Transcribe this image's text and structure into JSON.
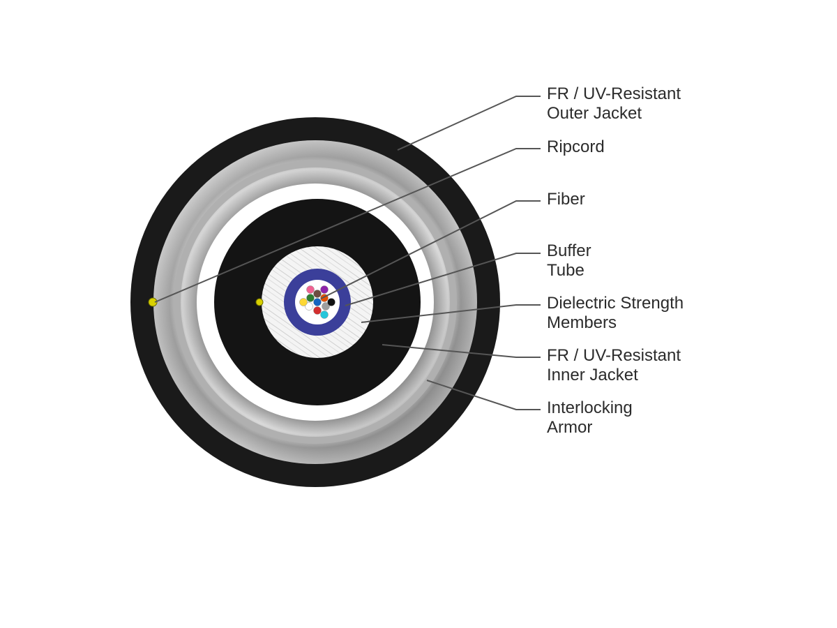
{
  "colors": {
    "jacket": "#1a1a1a",
    "armor_light": "#d8d8d8",
    "armor_dark": "#9a9a9a",
    "buffer_tube": "#3b3f9a",
    "leader": "#555555",
    "text": "#2b2b2b",
    "ripcord": "#d8d000"
  },
  "fiber_colors": [
    "#1565c0",
    "#e65100",
    "#2e7d32",
    "#6d4c41",
    "#9e9e9e",
    "#ffffff",
    "#d32f2f",
    "#111111",
    "#fdd835",
    "#8e24aa",
    "#f06292",
    "#26c6da"
  ],
  "labels": [
    {
      "id": "outer-jacket",
      "lines": [
        "FR / UV-Resistant",
        "Outer Jacket"
      ]
    },
    {
      "id": "ripcord",
      "lines": [
        "Ripcord"
      ]
    },
    {
      "id": "fiber",
      "lines": [
        "Fiber"
      ]
    },
    {
      "id": "buffer-tube",
      "lines": [
        "Buffer",
        "Tube"
      ]
    },
    {
      "id": "strength-members",
      "lines": [
        "Dielectric Strength",
        "Members"
      ]
    },
    {
      "id": "inner-jacket",
      "lines": [
        "FR / UV-Resistant",
        "Inner Jacket"
      ]
    },
    {
      "id": "armor",
      "lines": [
        "Interlocking",
        "Armor"
      ]
    }
  ]
}
